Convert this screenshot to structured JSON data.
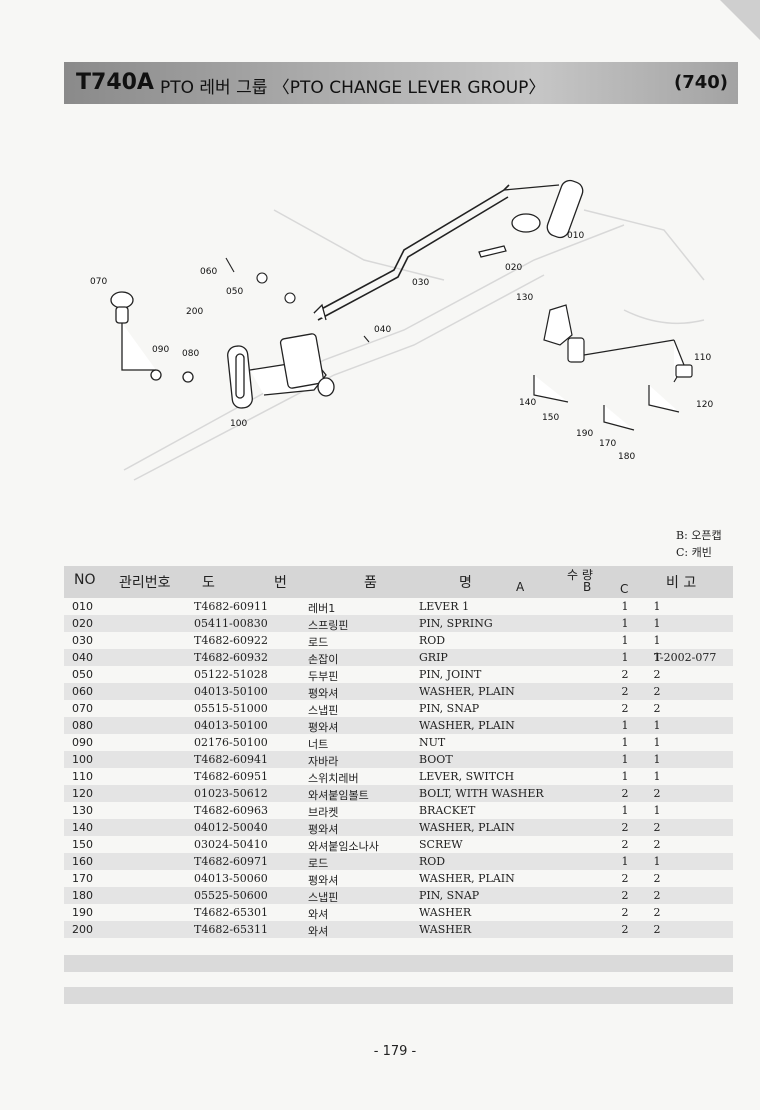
{
  "header": {
    "model": "T740A",
    "title": "PTO 레버 그룹 〈PTO CHANGE LEVER GROUP〉",
    "code": "(740)"
  },
  "diagram": {
    "callouts": [
      "010",
      "020",
      "030",
      "040",
      "050",
      "060",
      "070",
      "080",
      "090",
      "100",
      "110",
      "120",
      "130",
      "140",
      "150",
      "170",
      "180",
      "190",
      "200"
    ]
  },
  "legend": {
    "b": "B: 오픈캡",
    "c": "C: 캐빈"
  },
  "table": {
    "headers": {
      "no": "NO",
      "mgmt_no": "관리번호",
      "part_no_1": "도",
      "part_no_2": "번",
      "name_1": "품",
      "name_2": "명",
      "qty": "수  량",
      "a": "A",
      "b": "B",
      "c": "C",
      "remarks": "비  고"
    },
    "rows": [
      {
        "no": "010",
        "part": "T4682-60911",
        "kr": "레버1",
        "en": "LEVER 1",
        "a": "",
        "b": "1",
        "c": "1",
        "remarks": ""
      },
      {
        "no": "020",
        "part": "05411-00830",
        "kr": "스프링핀",
        "en": "PIN, SPRING",
        "a": "",
        "b": "1",
        "c": "1",
        "remarks": ""
      },
      {
        "no": "030",
        "part": "T4682-60922",
        "kr": "로드",
        "en": "ROD",
        "a": "",
        "b": "1",
        "c": "1",
        "remarks": ""
      },
      {
        "no": "040",
        "part": "T4682-60932",
        "kr": "손잡이",
        "en": "GRIP",
        "a": "",
        "b": "1",
        "c": "1",
        "remarks": "T-2002-077"
      },
      {
        "no": "050",
        "part": "05122-51028",
        "kr": "두부핀",
        "en": "PIN, JOINT",
        "a": "",
        "b": "2",
        "c": "2",
        "remarks": ""
      },
      {
        "no": "060",
        "part": "04013-50100",
        "kr": "평와셔",
        "en": "WASHER, PLAIN",
        "a": "",
        "b": "2",
        "c": "2",
        "remarks": ""
      },
      {
        "no": "070",
        "part": "05515-51000",
        "kr": "스냅핀",
        "en": "PIN, SNAP",
        "a": "",
        "b": "2",
        "c": "2",
        "remarks": ""
      },
      {
        "no": "080",
        "part": "04013-50100",
        "kr": "평와셔",
        "en": "WASHER, PLAIN",
        "a": "",
        "b": "1",
        "c": "1",
        "remarks": ""
      },
      {
        "no": "090",
        "part": "02176-50100",
        "kr": "너트",
        "en": "NUT",
        "a": "",
        "b": "1",
        "c": "1",
        "remarks": ""
      },
      {
        "no": "100",
        "part": "T4682-60941",
        "kr": "자바라",
        "en": "BOOT",
        "a": "",
        "b": "1",
        "c": "1",
        "remarks": ""
      },
      {
        "no": "110",
        "part": "T4682-60951",
        "kr": "스위치레버",
        "en": "LEVER, SWITCH",
        "a": "",
        "b": "1",
        "c": "1",
        "remarks": ""
      },
      {
        "no": "120",
        "part": "01023-50612",
        "kr": "와셔붙임볼트",
        "en": "BOLT, WITH WASHER",
        "a": "",
        "b": "2",
        "c": "2",
        "remarks": ""
      },
      {
        "no": "130",
        "part": "T4682-60963",
        "kr": "브라켓",
        "en": "BRACKET",
        "a": "",
        "b": "1",
        "c": "1",
        "remarks": ""
      },
      {
        "no": "140",
        "part": "04012-50040",
        "kr": "평와셔",
        "en": "WASHER, PLAIN",
        "a": "",
        "b": "2",
        "c": "2",
        "remarks": ""
      },
      {
        "no": "150",
        "part": "03024-50410",
        "kr": "와셔붙임소나사",
        "en": "SCREW",
        "a": "",
        "b": "2",
        "c": "2",
        "remarks": ""
      },
      {
        "no": "160",
        "part": "T4682-60971",
        "kr": "로드",
        "en": "ROD",
        "a": "",
        "b": "1",
        "c": "1",
        "remarks": ""
      },
      {
        "no": "170",
        "part": "04013-50060",
        "kr": "평와셔",
        "en": "WASHER, PLAIN",
        "a": "",
        "b": "2",
        "c": "2",
        "remarks": ""
      },
      {
        "no": "180",
        "part": "05525-50600",
        "kr": "스냅핀",
        "en": "PIN, SNAP",
        "a": "",
        "b": "2",
        "c": "2",
        "remarks": ""
      },
      {
        "no": "190",
        "part": "T4682-65301",
        "kr": "와셔",
        "en": "WASHER",
        "a": "",
        "b": "2",
        "c": "2",
        "remarks": ""
      },
      {
        "no": "200",
        "part": "T4682-65311",
        "kr": "와셔",
        "en": "WASHER",
        "a": "",
        "b": "2",
        "c": "2",
        "remarks": ""
      }
    ]
  },
  "page_number": "- 179 -"
}
